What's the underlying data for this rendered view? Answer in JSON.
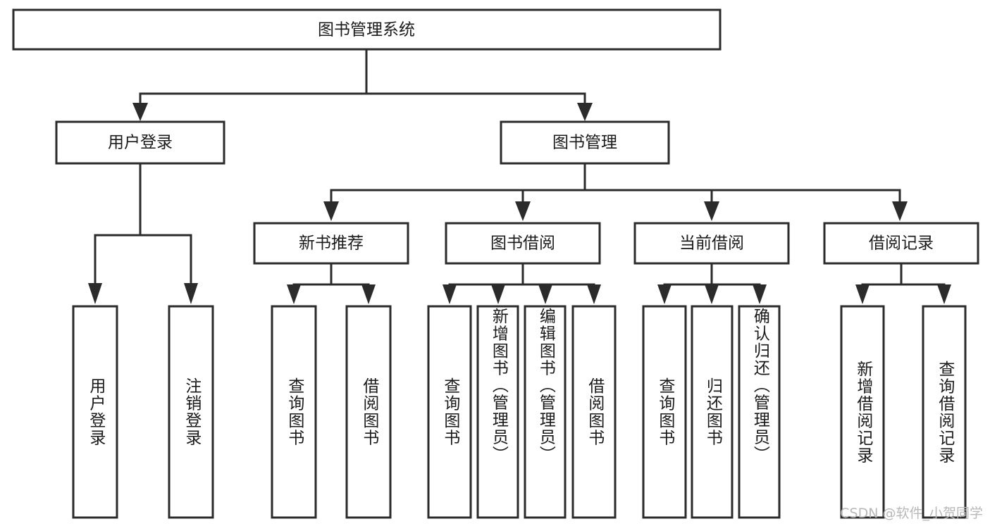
{
  "diagram": {
    "type": "tree",
    "title": "图书管理系统",
    "orientation": "top-down",
    "colors": {
      "stroke": "#2b2b2b",
      "fill": "#ffffff",
      "text": "#1a1a1a",
      "watermark": "#b8b8b8"
    },
    "levels": {
      "level1": [
        {
          "id": "root",
          "label": "图书管理系统",
          "orientation": "horizontal"
        }
      ],
      "level2": [
        {
          "id": "user-login",
          "label": "用户登录",
          "orientation": "horizontal",
          "parent": "root"
        },
        {
          "id": "book-manage",
          "label": "图书管理",
          "orientation": "horizontal",
          "parent": "root"
        }
      ],
      "level3": [
        {
          "id": "new-book-rec",
          "label": "新书推荐",
          "orientation": "horizontal",
          "parent": "book-manage"
        },
        {
          "id": "book-borrow",
          "label": "图书借阅",
          "orientation": "horizontal",
          "parent": "book-manage"
        },
        {
          "id": "current-borrow",
          "label": "当前借阅",
          "orientation": "horizontal",
          "parent": "book-manage"
        },
        {
          "id": "borrow-record",
          "label": "借阅记录",
          "orientation": "horizontal",
          "parent": "book-manage"
        }
      ],
      "level4": [
        {
          "id": "leaf-user-login",
          "label": "用户登录",
          "orientation": "vertical",
          "parent": "user-login"
        },
        {
          "id": "leaf-logout",
          "label": "注销登录",
          "orientation": "vertical",
          "parent": "user-login"
        },
        {
          "id": "leaf-query-book-1",
          "label": "查询图书",
          "orientation": "vertical",
          "parent": "new-book-rec"
        },
        {
          "id": "leaf-borrow-book-1",
          "label": "借阅图书",
          "orientation": "vertical",
          "parent": "new-book-rec"
        },
        {
          "id": "leaf-query-book-2",
          "label": "查询图书",
          "orientation": "vertical",
          "parent": "book-borrow"
        },
        {
          "id": "leaf-add-book",
          "label": "新增图书（管理员）",
          "orientation": "vertical",
          "parent": "book-borrow"
        },
        {
          "id": "leaf-edit-book",
          "label": "编辑图书（管理员）",
          "orientation": "vertical",
          "parent": "book-borrow"
        },
        {
          "id": "leaf-borrow-book-2",
          "label": "借阅图书",
          "orientation": "vertical",
          "parent": "book-borrow"
        },
        {
          "id": "leaf-query-book-3",
          "label": "查询图书",
          "orientation": "vertical",
          "parent": "current-borrow"
        },
        {
          "id": "leaf-return-book",
          "label": "归还图书",
          "orientation": "vertical",
          "parent": "current-borrow"
        },
        {
          "id": "leaf-confirm-return",
          "label": "确认归还（管理员）",
          "orientation": "vertical",
          "parent": "current-borrow"
        },
        {
          "id": "leaf-add-record",
          "label": "新增借阅记录",
          "orientation": "vertical",
          "parent": "borrow-record"
        },
        {
          "id": "leaf-query-record",
          "label": "查询借阅记录",
          "orientation": "vertical",
          "parent": "borrow-record"
        }
      ]
    }
  },
  "watermark": {
    "text": "CSDN @软件_小贺同学"
  }
}
